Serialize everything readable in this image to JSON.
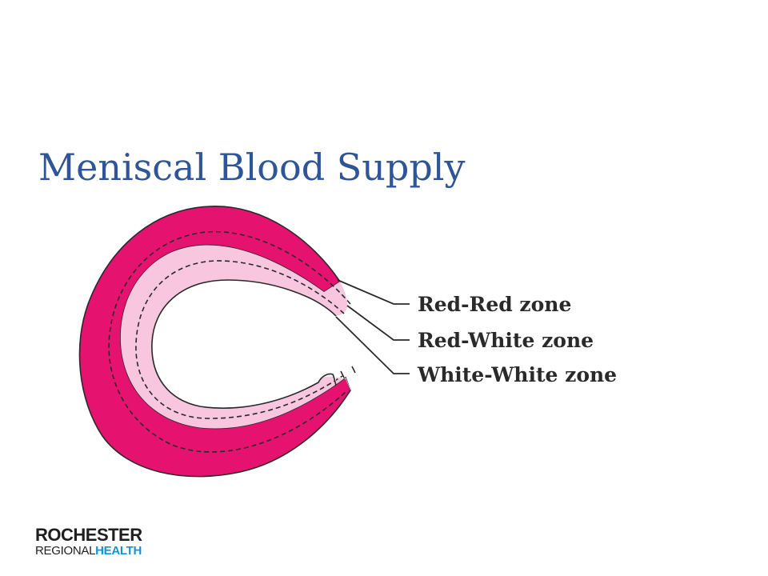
{
  "slide": {
    "title": "Meniscal Blood Supply"
  },
  "diagram": {
    "zones": [
      {
        "label": "Red-Red zone",
        "color": "#e5126f"
      },
      {
        "label": "Red-White zone",
        "color": "#f8c6df"
      },
      {
        "label": "White-White zone",
        "color": "#ffffff"
      }
    ]
  },
  "logo": {
    "line1": "ROCHESTER",
    "line2_part1": "REGIONAL",
    "line2_part2": "HEALTH",
    "accent_color": "#0f94d6"
  }
}
